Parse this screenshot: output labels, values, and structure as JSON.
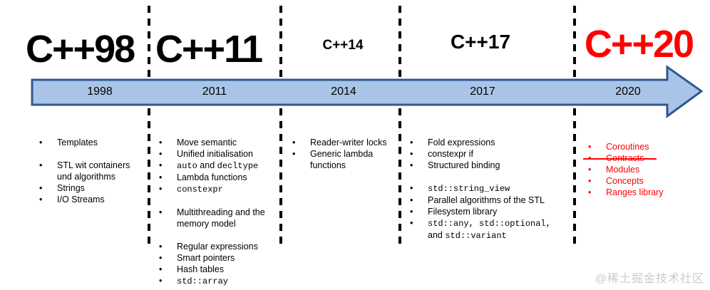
{
  "diagram_title": "C++ standards timeline",
  "accent_colors": {
    "highlight_red": "#ff0000",
    "arrow_fill": "#a9c4e6",
    "arrow_border": "#2e5890",
    "divider": "#000000",
    "watermark_gray": "#cbcbcb"
  },
  "watermark": "@稀土掘金技术社区",
  "columns": [
    {
      "id": "cpp98",
      "title": "C++98",
      "year": "1998",
      "items": [
        {
          "runs": [
            {
              "t": "Templates"
            }
          ]
        },
        {
          "gap": true,
          "runs": [
            {
              "t": "STL wit containers"
            },
            {
              "br": true
            },
            {
              "t": "und algorithms"
            }
          ]
        },
        {
          "runs": [
            {
              "t": "Strings"
            }
          ]
        },
        {
          "runs": [
            {
              "t": "I/O Streams"
            }
          ]
        }
      ]
    },
    {
      "id": "cpp11",
      "title": "C++11",
      "year": "2011",
      "items": [
        {
          "runs": [
            {
              "t": "Move semantic"
            }
          ]
        },
        {
          "runs": [
            {
              "t": "Unified initialisation"
            }
          ]
        },
        {
          "runs": [
            {
              "t": "auto",
              "mono": true
            },
            {
              "t": " and "
            },
            {
              "t": "decltype",
              "mono": true
            }
          ]
        },
        {
          "runs": [
            {
              "t": "Lambda functions"
            }
          ]
        },
        {
          "runs": [
            {
              "t": "constexpr",
              "mono": true
            }
          ]
        },
        {
          "gap": true,
          "runs": [
            {
              "t": "Multithreading and the"
            },
            {
              "br": true
            },
            {
              "t": "memory model"
            }
          ]
        },
        {
          "gap": true,
          "runs": [
            {
              "t": "Regular expressions"
            }
          ]
        },
        {
          "runs": [
            {
              "t": "Smart pointers"
            }
          ]
        },
        {
          "runs": [
            {
              "t": "Hash tables"
            }
          ]
        },
        {
          "runs": [
            {
              "t": "std::array",
              "mono": true
            }
          ]
        }
      ]
    },
    {
      "id": "cpp14",
      "title": "C++14",
      "year": "2014",
      "items": [
        {
          "runs": [
            {
              "t": "Reader-writer locks"
            }
          ]
        },
        {
          "runs": [
            {
              "t": "Generic lambda"
            },
            {
              "br": true
            },
            {
              "t": "functions"
            }
          ]
        }
      ]
    },
    {
      "id": "cpp17",
      "title": "C++17",
      "year": "2017",
      "items": [
        {
          "runs": [
            {
              "t": "Fold expressions"
            }
          ]
        },
        {
          "runs": [
            {
              "t": "constexpr if"
            }
          ]
        },
        {
          "runs": [
            {
              "t": "Structured binding"
            }
          ]
        },
        {
          "gap": true,
          "runs": [
            {
              "t": "std::string_view",
              "mono": true
            }
          ]
        },
        {
          "runs": [
            {
              "t": "Parallel algorithms of the STL"
            }
          ]
        },
        {
          "runs": [
            {
              "t": "Filesystem library"
            }
          ]
        },
        {
          "runs": [
            {
              "t": "std::any, std::optional,",
              "mono": true
            },
            {
              "br": true
            },
            {
              "t": "and "
            },
            {
              "t": "std::variant",
              "mono": true
            }
          ]
        }
      ]
    },
    {
      "id": "cpp20",
      "title": "C++20",
      "year": "2020",
      "items": [
        {
          "runs": [
            {
              "t": "Coroutines"
            }
          ]
        },
        {
          "strike": true,
          "runs": [
            {
              "t": "Contracts"
            }
          ]
        },
        {
          "runs": [
            {
              "t": "Modules"
            }
          ]
        },
        {
          "runs": [
            {
              "t": "Concepts"
            }
          ]
        },
        {
          "runs": [
            {
              "t": "Ranges library"
            }
          ]
        }
      ]
    }
  ]
}
